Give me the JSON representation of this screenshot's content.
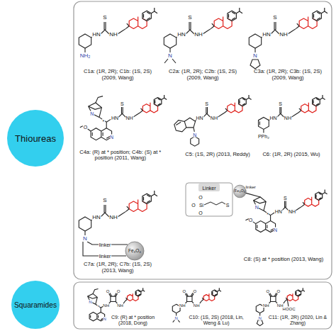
{
  "diagram": {
    "nodes": [
      {
        "text": [
          "Thioureas"
        ]
      },
      {
        "text": [
          "Squaramides"
        ]
      }
    ],
    "labels": [
      "S",
      "HN",
      "NH",
      "NH₂",
      "C1a: (1R, 2R); C1b: (1S, 2S) (2009, Wang)",
      "S",
      "HN",
      "NH",
      "N",
      "C2a: (1R, 2R); C2b: (1S, 2S) (2009, Wang)",
      "S",
      "HN",
      "NH",
      "N",
      "C3a: (1R, 2R); C3b: (1S, 2S) (2009, Wang)",
      "S",
      "HN",
      "NH",
      "N",
      "*",
      "N",
      "O",
      "C4a: (R) at * position; C4b: (S) at * position (2011, Wang)",
      "S",
      "HN",
      "NH",
      "N",
      "C5: (1S, 2R) (2013, Reddy)",
      "S",
      "HN",
      "NH",
      "PPh₂",
      "C6: (1R, 2R) (2015, Wu)",
      "S",
      "HN",
      "NH",
      "N",
      "linker",
      "linker",
      "Fe₃O₄",
      "C7a: (1R, 2R); C7b: (1S, 2S) (2013, Wang)",
      "Linker",
      "O",
      "O",
      "Si",
      "O",
      "S",
      "Fe₃O₄",
      "linker",
      "S",
      "HN",
      "NH",
      "N",
      "*",
      "N",
      "O",
      "C8: (S) at * position (2013, Wang)",
      "O",
      "O",
      "NH",
      "NH",
      "N",
      "*",
      "N",
      "C9: (R) at * position (2018, Dong)",
      "O",
      "O",
      "NH",
      "NH",
      "N",
      "C10: (1S, 2S) (2018, Lin, Weng & Lu)",
      "HOOC",
      "O",
      "O",
      "NH",
      "NH",
      "N",
      "C11: (1R, 2R) (2020, Lin & Zhang)"
    ]
  }
}
